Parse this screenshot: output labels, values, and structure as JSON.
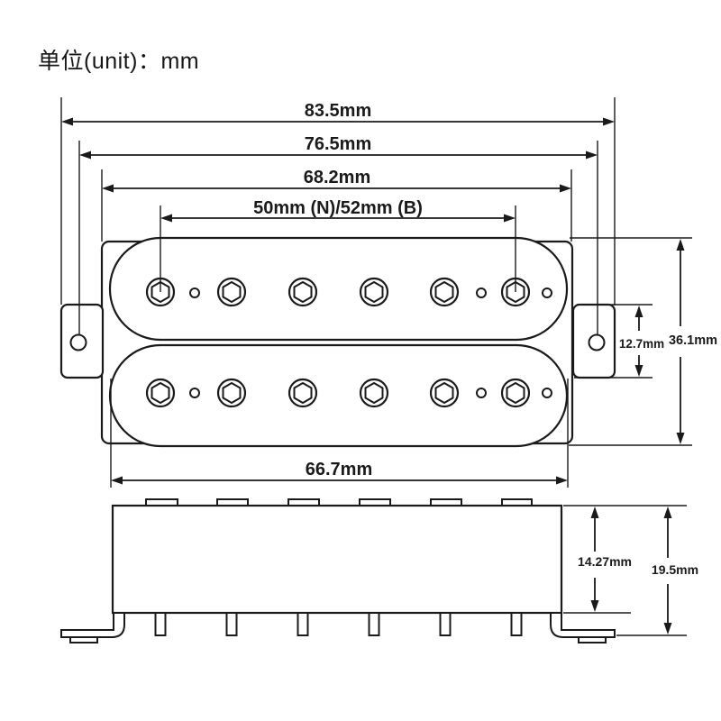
{
  "unit_label": "单位(unit)：mm",
  "top_view": {
    "overall_width": "83.5mm",
    "screw_spacing": "76.5mm",
    "baseplate_width": "68.2mm",
    "pole_spacing": "50mm (N)/52mm (B)",
    "bobbin_width": "66.7mm",
    "ear_height": "12.7mm",
    "body_height": "36.1mm"
  },
  "side_view": {
    "body_depth": "14.27mm",
    "overall_depth": "19.5mm"
  },
  "colors": {
    "line": "#1a1a1a",
    "background": "#ffffff"
  }
}
